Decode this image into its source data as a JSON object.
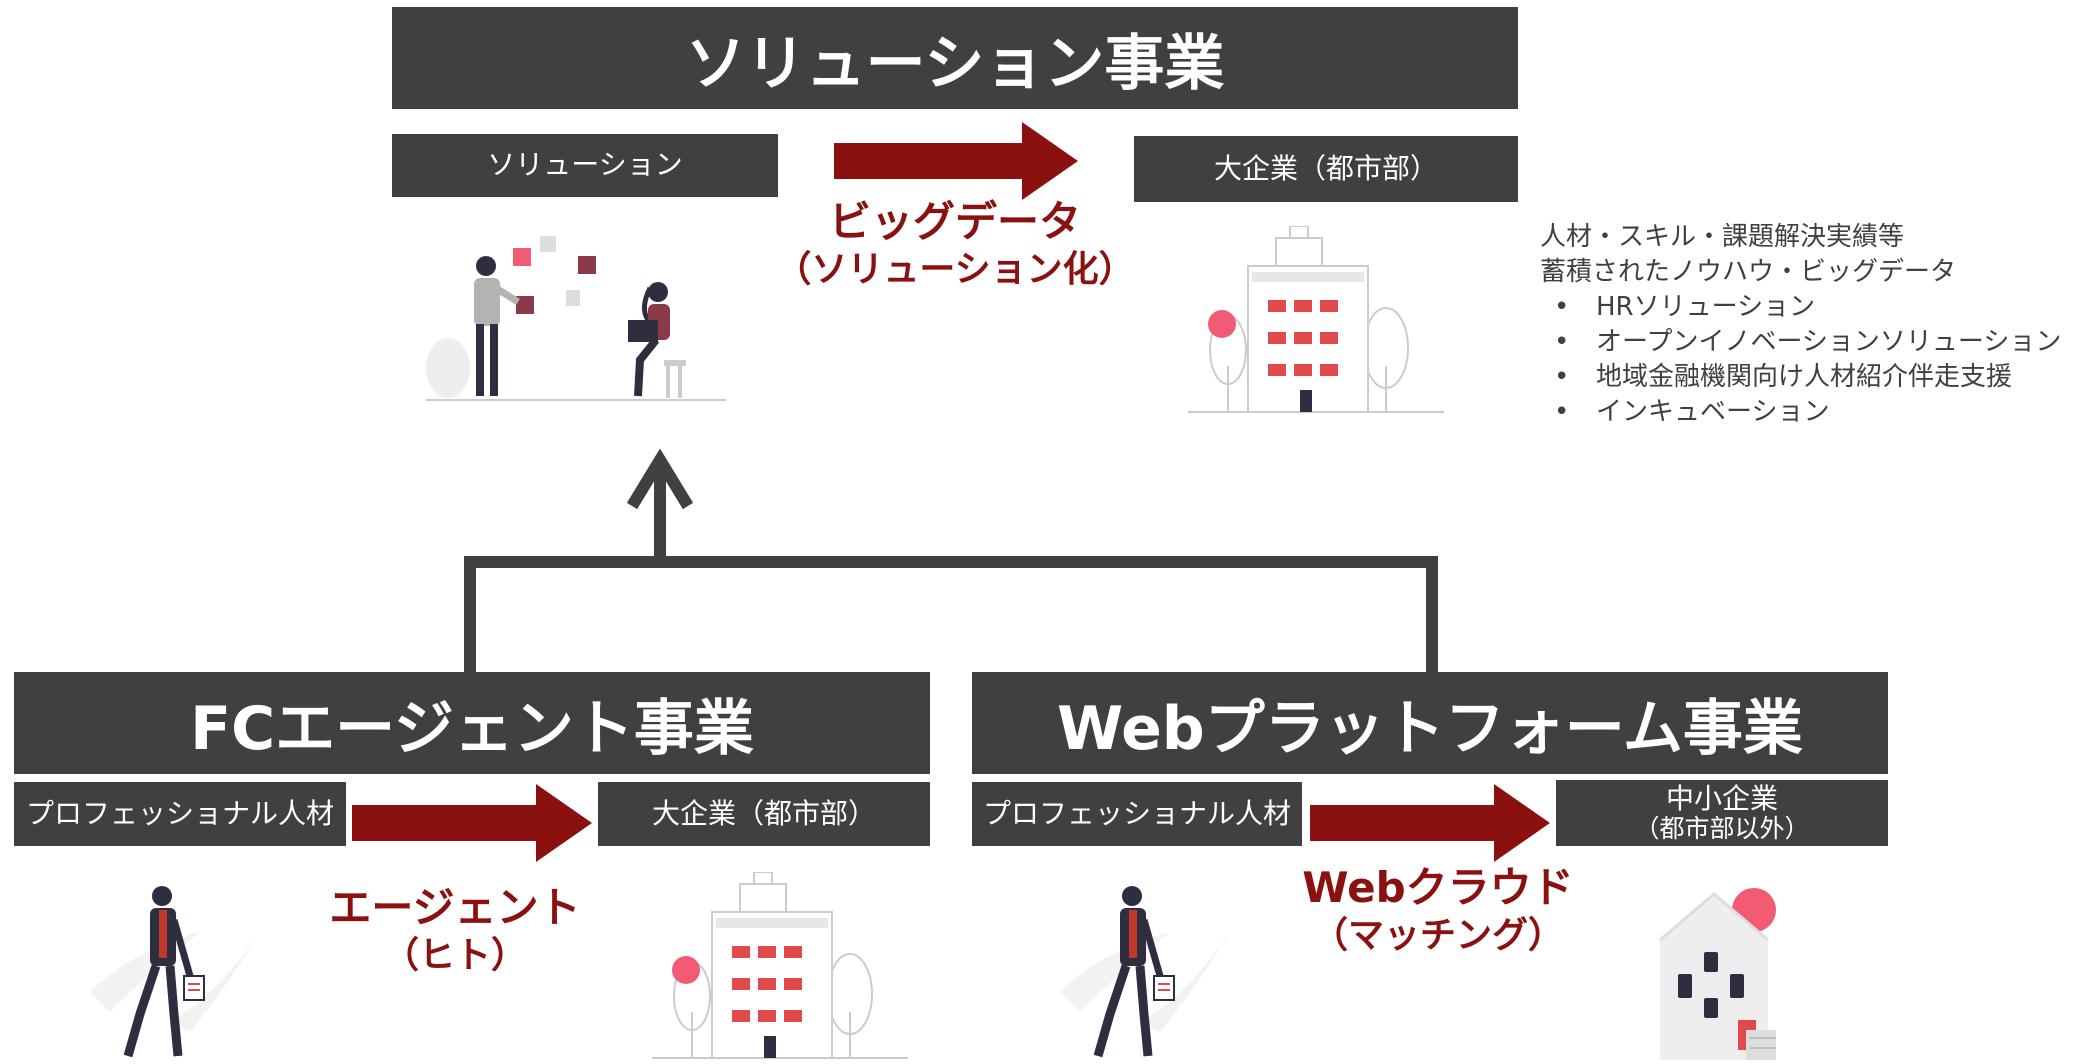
{
  "colors": {
    "dark": "#404040",
    "accent": "#8b1010",
    "pink": "#f15b73",
    "red": "#e04a4a",
    "gray": "#e6e6e6"
  },
  "solution": {
    "title": "ソリューション事業",
    "from": "ソリューション",
    "to": "大企業（都市部）",
    "flow": [
      "ビッグデータ",
      "（ソリューション化）"
    ],
    "notes": {
      "lines": [
        "人材・スキル・課題解決実績等",
        "蓄積されたノウハウ・ビッグデータ"
      ],
      "bullets": [
        "HRソリューション",
        "オープンイノベーションソリューション",
        "地域金融機関向け人材紹介伴走支援",
        "インキュベーション"
      ]
    }
  },
  "fc": {
    "title": "FCエージェント事業",
    "from": "プロフェッショナル人材",
    "to": "大企業（都市部）",
    "flow": [
      "エージェント",
      "（ヒト）"
    ]
  },
  "web": {
    "title": "Webプラットフォーム事業",
    "from": "プロフェッショナル人材",
    "to": [
      "中小企業",
      "（都市部以外）"
    ],
    "flow": [
      "Webクラウド",
      "（マッチング）"
    ]
  },
  "icons": [
    "team-illustration-icon",
    "office-building-icon",
    "walking-professional-icon",
    "small-house-icon"
  ]
}
